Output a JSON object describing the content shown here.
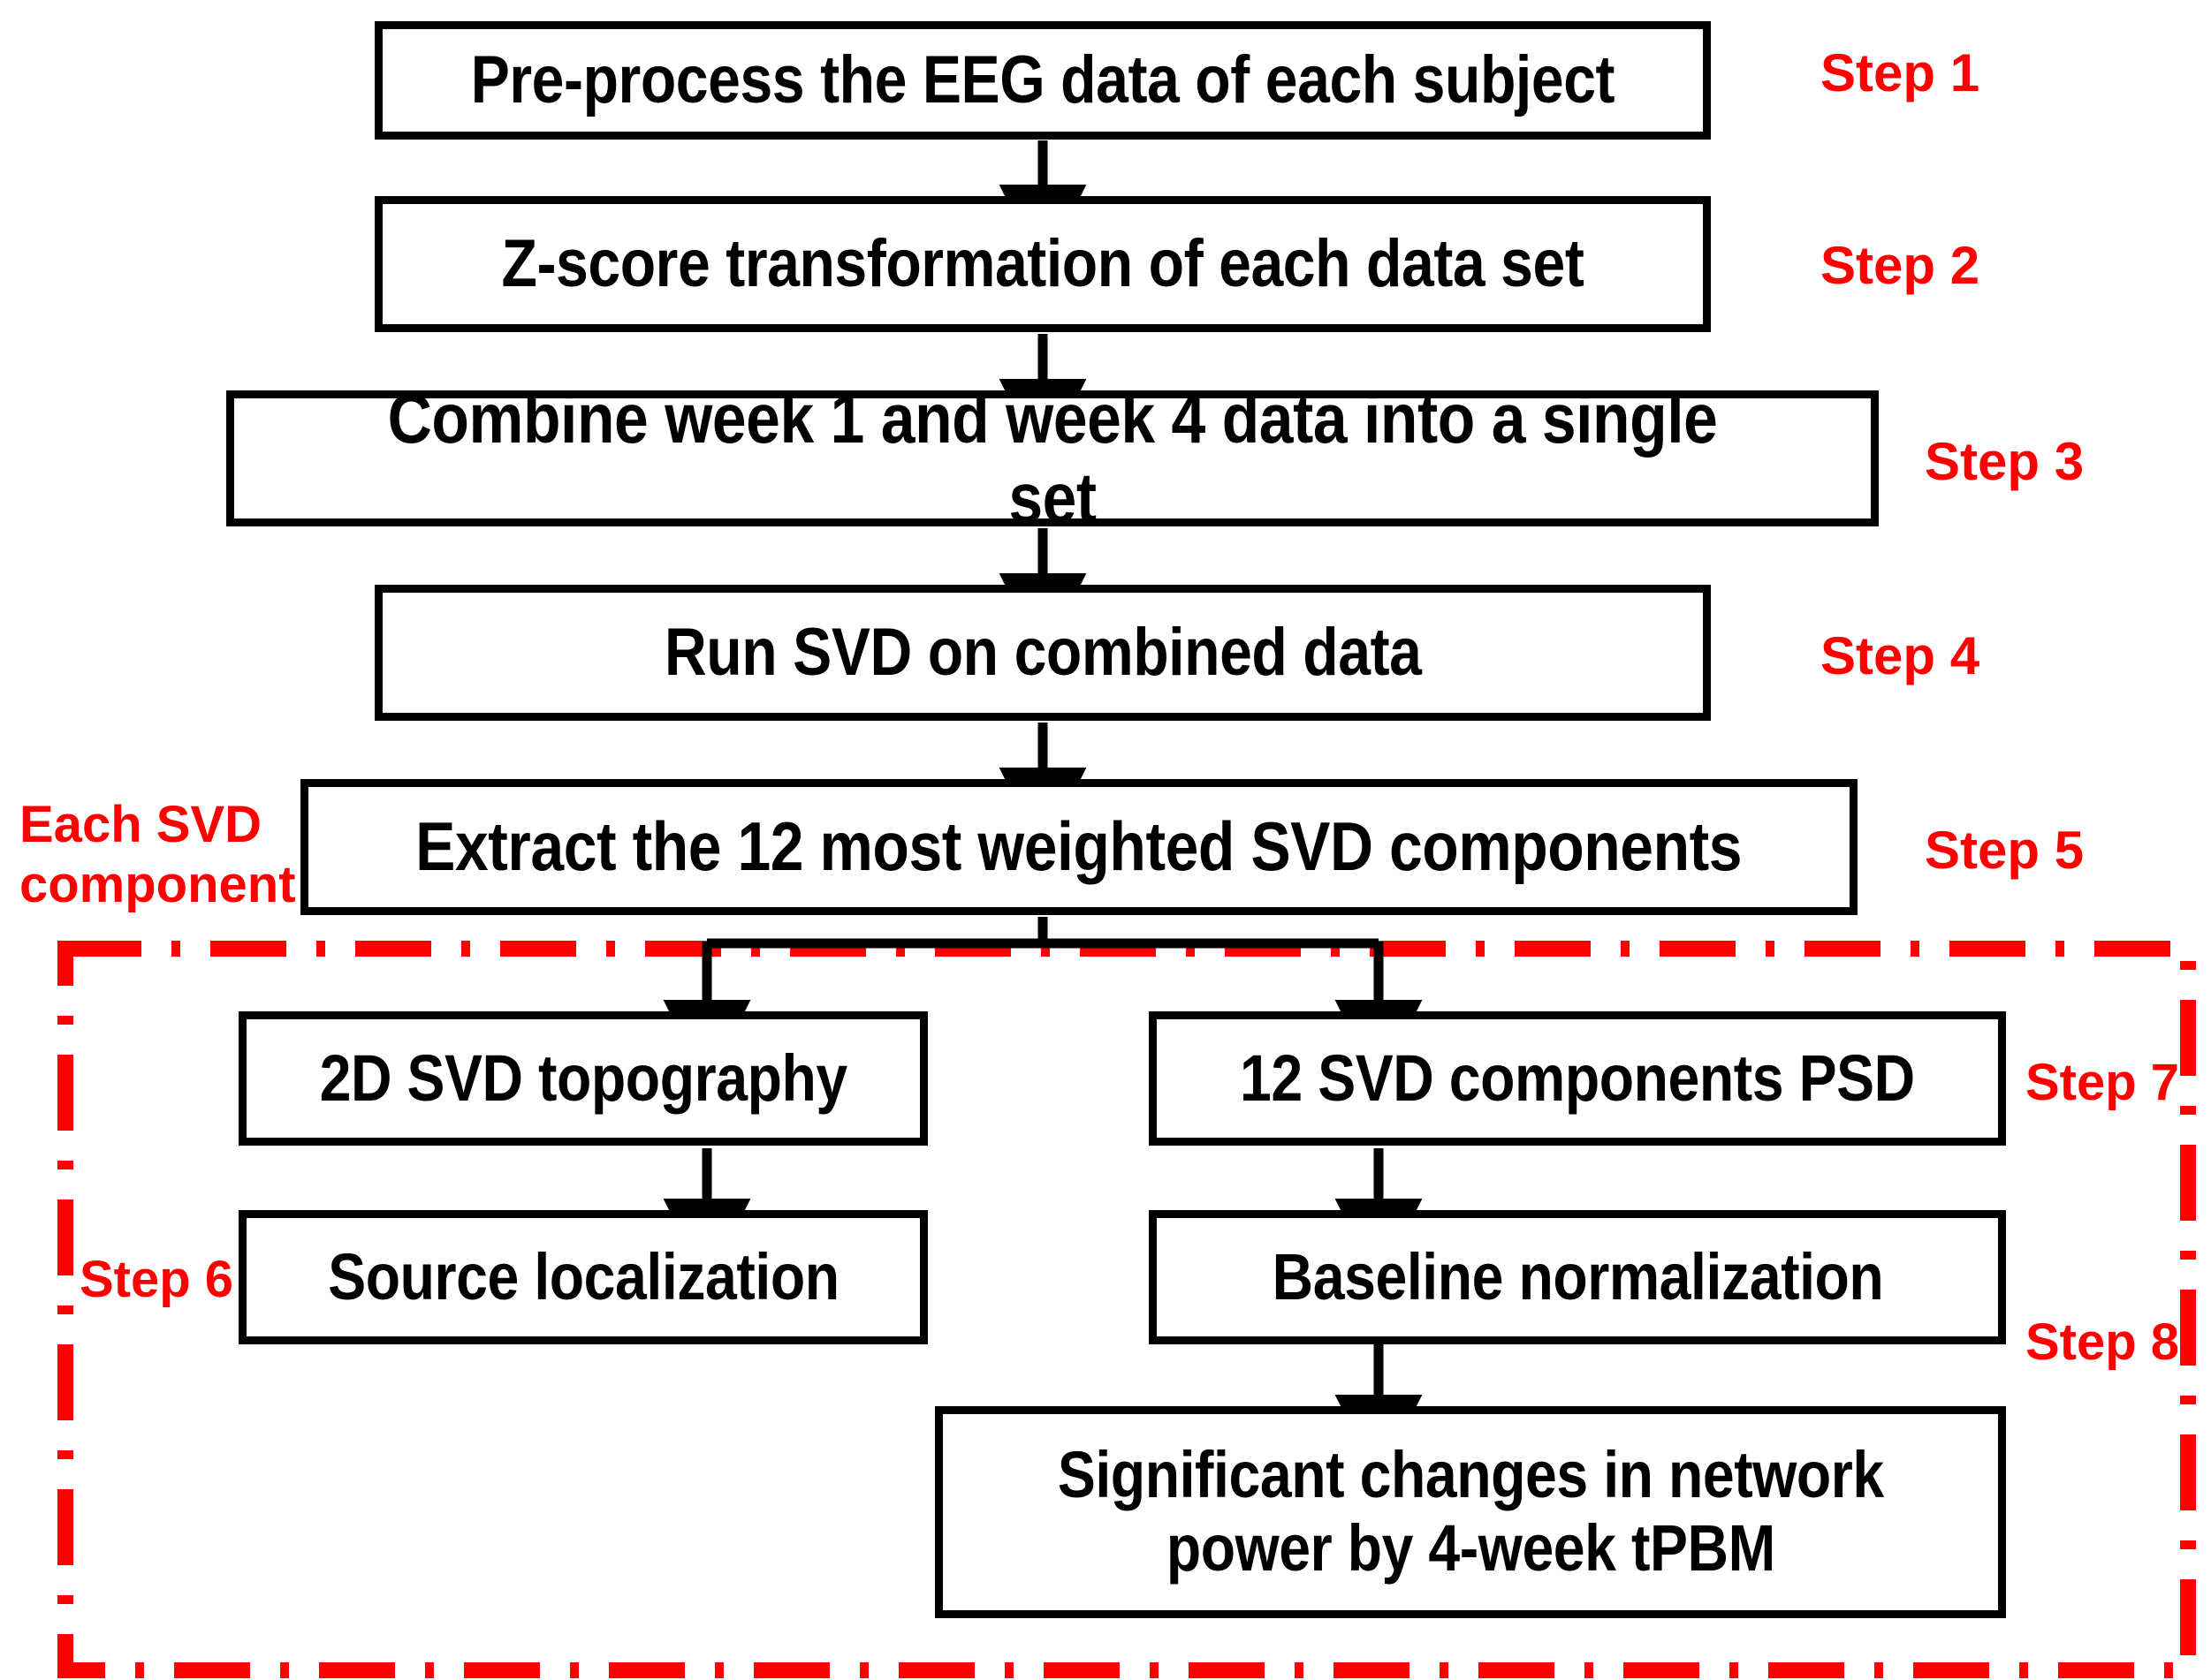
{
  "figure": {
    "type": "flowchart",
    "title": "EEG SVD analysis pipeline",
    "accent_color": "#ff0000",
    "line_color": "#000000",
    "background": "#ffffff"
  },
  "boxes": [
    {
      "id": "step1",
      "text": "Pre-process the EEG data of each subject"
    },
    {
      "id": "step2",
      "text": "Z-score transformation of each data set"
    },
    {
      "id": "step3",
      "text": "Combine week 1 and week 4 data into a single set"
    },
    {
      "id": "step4",
      "text": "Run SVD on combined data"
    },
    {
      "id": "step5",
      "text": "Extract the 12 most weighted SVD components"
    },
    {
      "id": "topography",
      "text": "2D SVD topography"
    },
    {
      "id": "source",
      "text": "Source localization"
    },
    {
      "id": "psd",
      "text": "12 SVD components PSD"
    },
    {
      "id": "baseline",
      "text": "Baseline normalization"
    },
    {
      "id": "significant",
      "text": "Significant changes in network\npower by 4-week tPBM"
    }
  ],
  "step_labels": [
    {
      "id": "step1",
      "text": "Step 1"
    },
    {
      "id": "step2",
      "text": "Step 2"
    },
    {
      "id": "step3",
      "text": "Step 3"
    },
    {
      "id": "step4",
      "text": "Step 4"
    },
    {
      "id": "step5",
      "text": "Step 5"
    },
    {
      "id": "step6",
      "text": "Step 6"
    },
    {
      "id": "step7",
      "text": "Step 7"
    },
    {
      "id": "step8",
      "text": "Step 8"
    }
  ],
  "annotations": {
    "branch_note": "Each SVD\ncomponent"
  }
}
